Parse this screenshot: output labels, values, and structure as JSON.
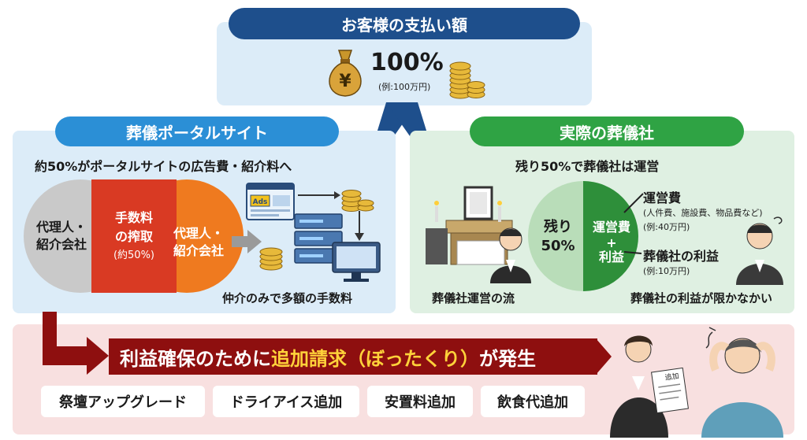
{
  "top": {
    "title": "お客様の支払い額",
    "percent": "100%",
    "example": "(例:100万円)"
  },
  "left": {
    "title": "葬儀ポータルサイト",
    "heading": "約50%がポータルサイトの広告費・紹介料へ",
    "circle_left": "代理人・\n紹介会社",
    "circle_center_1": "手数料",
    "circle_center_2": "の搾取",
    "circle_center_3": "(約50%)",
    "circle_right": "代理人・\n紹介会社",
    "ads_label": "Ads",
    "caption": "仲介のみで多額の手数料"
  },
  "right": {
    "title": "実際の葬儀社",
    "heading": "残り50%で葬儀社は運営",
    "remain_1": "残り",
    "remain_2": "50%",
    "ops_1": "運営費",
    "ops_2": "+",
    "ops_3": "利益",
    "ops_cost_label": "運営費",
    "ops_cost_detail": "(人件費、施設費、物品費など)",
    "ops_cost_example": "(例:40万円)",
    "profit_label": "葬儀社の利益",
    "profit_example": "(例:10万円)",
    "caption_left": "葬儀社運営の流",
    "caption_right": "葬儀社の利益が限かなかい"
  },
  "bottom": {
    "banner_pre": "利益確保のために",
    "banner_hl": "追加請求（ぼったくり）",
    "banner_post": "が発生",
    "tags": [
      "祭壇アップグレード",
      "ドライアイス追加",
      "安置料追加",
      "飲食代追加"
    ],
    "doc_label": "追加"
  },
  "colors": {
    "navy": "#1e4f8c",
    "blue": "#2b8fd6",
    "green": "#2fa344",
    "dark_red": "#8e0f0f",
    "highlight": "#ffd23a",
    "fee_red": "#d93a23",
    "agent_orange": "#ef7a1f",
    "agent_gray": "#c9c9c9"
  }
}
